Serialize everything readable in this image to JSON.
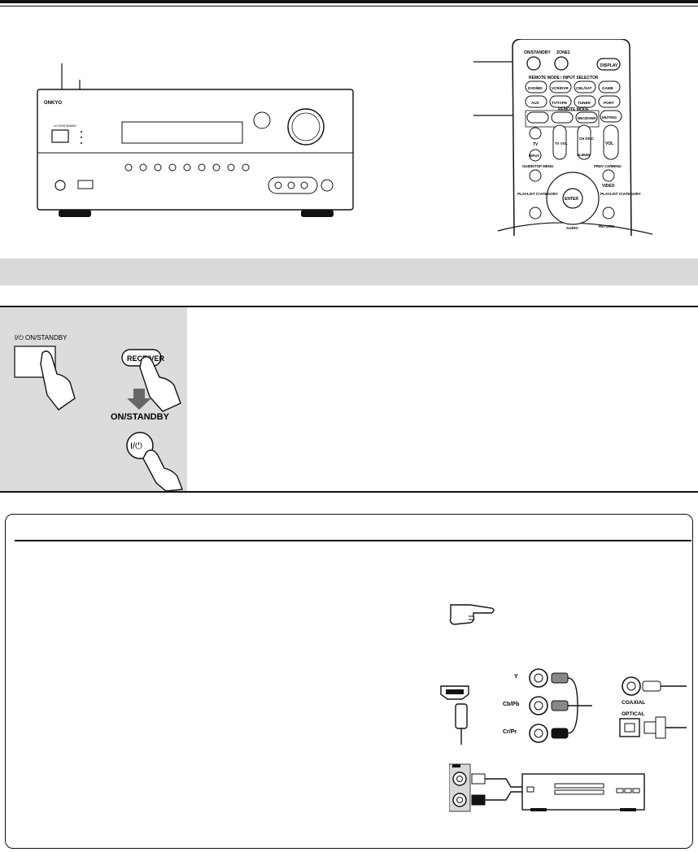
{
  "page": {
    "section_bar_title": ""
  },
  "step": {
    "front_button_label": "I/⏻ ON/STANDBY",
    "receiver_button_label": "RECEIVER",
    "onstandby_label": "ON/STANDBY",
    "power_symbol": "I/⏻"
  },
  "remote": {
    "onstandby": "ON/STANDBY",
    "zone2": "ZONE2",
    "display": "DISPLAY",
    "selector_title": "REMOTE MODE / INPUT SELECTOR",
    "row1": [
      "DVD/BD",
      "VCR/DVR",
      "CBL/SAT",
      "GAME"
    ],
    "row2": [
      "AUX",
      "TV/TAPE",
      "TUNER",
      "PORT"
    ],
    "remote_mode": "REMOTE MODE",
    "receiver": "RECEIVER",
    "muting": "MUTING",
    "tv": "TV",
    "input": "INPUT",
    "tv_vol": "TV VOL",
    "ch_disc": "CH DISC",
    "album": "ALBUM",
    "vol": "VOL",
    "guide": "GUIDE/TOP MENU",
    "prev": "PREV CH/MENU",
    "video": "VIDEO",
    "playlist_left": "PLAYLIST /CATEGORY",
    "playlist_right": "PLAYLIST /CATEGORY",
    "enter": "ENTER",
    "return": "RETURN",
    "audio": "AUDIO"
  },
  "receiver_panel": {
    "brand": "ONKYO",
    "standby_label": "I/⏻ ON/STANDBY"
  },
  "connectors": {
    "y": "Y",
    "cb": "Cb/Pb",
    "cr": "Cr/Pr",
    "coaxial": "COAXIAL",
    "optical": "OPTICAL"
  }
}
